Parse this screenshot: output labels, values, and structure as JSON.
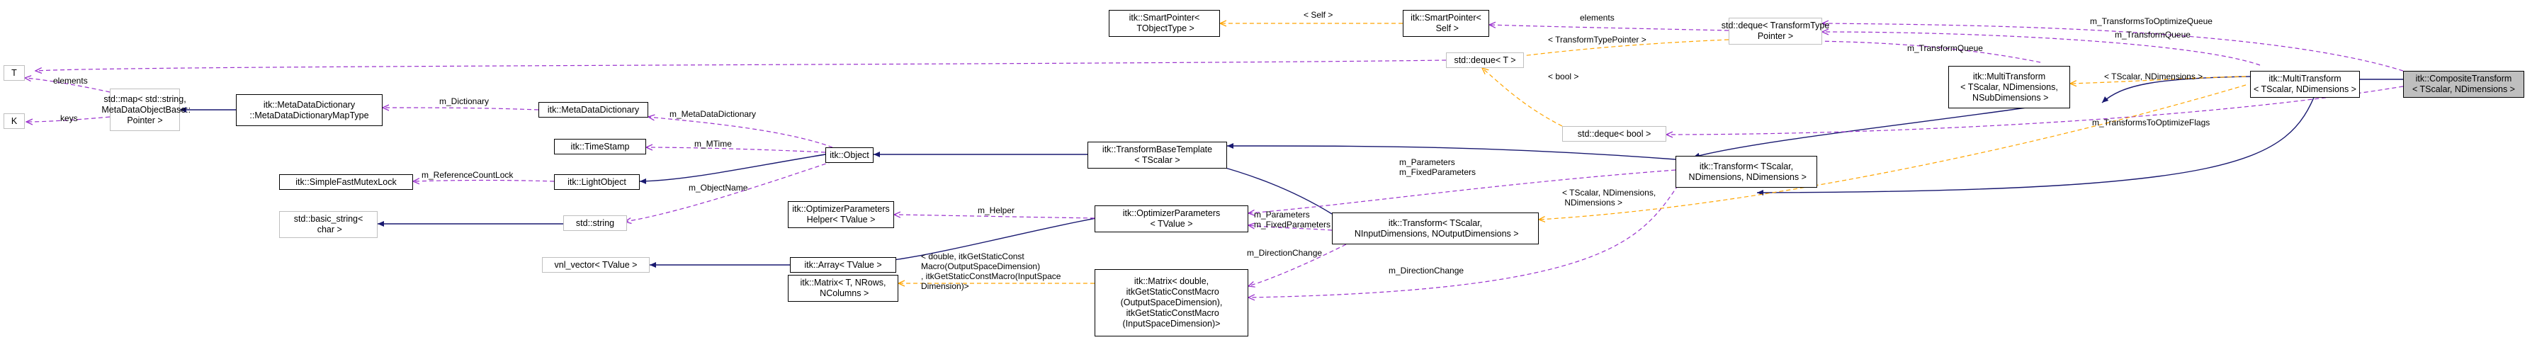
{
  "nodes": {
    "composite_transform": "itk::CompositeTransform\n< TScalar, NDimensions >",
    "multi_transform_2": "itk::MultiTransform\n< TScalar, NDimensions >",
    "multi_transform_3": "itk::MultiTransform\n< TScalar, NDimensions,\n NSubDimensions >",
    "transform_3param": "itk::Transform< TScalar,\n NDimensions, NDimensions >",
    "transform_io": "itk::Transform< TScalar,\n NInputDimensions, NOutputDimensions >",
    "transform_base_template": "itk::TransformBaseTemplate\n< TScalar >",
    "object": "itk::Object",
    "light_object": "itk::LightObject",
    "metadata_dictionary": "itk::MetaDataDictionary",
    "metadata_dictionary_base": "itk::MetaDataDictionary\n::MetaDataDictionaryMapType",
    "time_stamp": "itk::TimeStamp",
    "simple_fast_mutex_lock": "itk::SimpleFastMutexLock",
    "std_string": "std::string",
    "basic_string": "std::basic_string<\n char >",
    "std_map": "std::map< std::string,\n MetaDataObjectBase::\nPointer >",
    "T": "T",
    "K": "K",
    "deque_T": "std::deque< T >",
    "deque_transform_pointer": "std::deque< TransformType\nPointer >",
    "deque_bool": "std::deque< bool >",
    "smart_pointer_self": "itk::SmartPointer<\n Self >",
    "smart_pointer_tobject": "itk::SmartPointer<\n TObjectType >",
    "optimizer_parameters": "itk::OptimizerParameters\n< TValue >",
    "optimizer_parameters_helper": "itk::OptimizerParameters\nHelper< TValue >",
    "array": "itk::Array< TValue >",
    "vnl_vector": "vnl_vector< TValue >",
    "matrix_double": "itk::Matrix< double,\n itkGetStaticConstMacro\n(OutputSpaceDimension),\n itkGetStaticConstMacro\n(InputSpaceDimension)>",
    "matrix_generic": "itk::Matrix< T, NRows,\n NColumns >"
  },
  "edge_labels": {
    "transforms_to_optimize_queue": "m_TransformsToOptimizeQueue",
    "transform_queue_1": "m_TransformQueue",
    "transform_queue_2": "m_TransformQueue",
    "transforms_to_optimize_flags": "m_TransformsToOptimizeFlags",
    "tscalar_ndims_1": "< TScalar, NDimensions >",
    "tscalar_ndims_2": "< TScalar, NDimensions,\n NDimensions >",
    "elements_top": "elements",
    "elements_left": "elements",
    "self": "< Self >",
    "transform_type_pointer": "< TransformTypePointer >",
    "bool": "< bool >",
    "keys": "keys",
    "dictionary": "m_Dictionary",
    "metadata_dictionary": "m_MetaDataDictionary",
    "mtime": "m_MTime",
    "reference_count_lock": "m_ReferenceCountLock",
    "object_name": "m_ObjectName",
    "parameters_fixed_1": "m_Parameters\nm_FixedParameters",
    "parameters_fixed_2": "m_Parameters\nm_FixedParameters",
    "helper": "m_Helper",
    "direction_change_1": "m_DirectionChange",
    "direction_change_2": "m_DirectionChange",
    "double_macro": "< double, itkGetStaticConst\nMacro(OutputSpaceDimension)\n, itkGetStaticConstMacro(InputSpace\nDimension)>"
  },
  "colors": {
    "inheritance": "#191970",
    "usage": "#9a32cd",
    "template": "#ffa500",
    "node_border": "#000000",
    "node_border_grey": "#bfbfbf",
    "selected_fill": "#bfbfbf"
  }
}
